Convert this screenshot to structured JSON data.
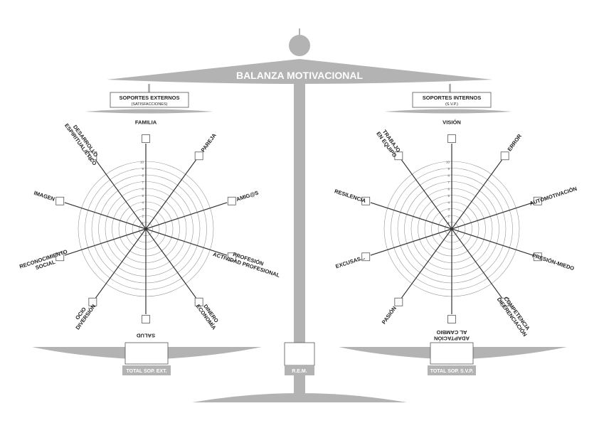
{
  "title": "BALANZA MOTIVACIONAL",
  "colors": {
    "scale": "#b3b3b3",
    "line": "#333333",
    "ring": "#999999",
    "text": "#222222"
  },
  "external": {
    "header": {
      "line1": "SOPORTES EXTERNOS",
      "line2": "(SATISFACCIONES)"
    },
    "scale_ticks": [
      "10",
      "9",
      "8",
      "7",
      "6",
      "5",
      "4",
      "3",
      "2",
      "1"
    ],
    "axes": [
      {
        "label": [
          "FAMILIA"
        ]
      },
      {
        "label": [
          "PAREJA"
        ]
      },
      {
        "label": [
          "AMIG@S"
        ]
      },
      {
        "label": [
          "PROFESIÓN",
          "ACTIVIDAD PROFESIONAL"
        ]
      },
      {
        "label": [
          "DINERO",
          "ECONOMÍA"
        ]
      },
      {
        "label": [
          "SALUD"
        ]
      },
      {
        "label": [
          "OCIO",
          "DIVERSIÓN"
        ]
      },
      {
        "label": [
          "RECONOCIMIENTO",
          "SOCIAL"
        ]
      },
      {
        "label": [
          "IMAGEN"
        ]
      },
      {
        "label": [
          "DESARROLLO",
          "ESPIRITUAL/ÉTICO"
        ]
      }
    ],
    "total_label": "TOTAL SOP. EXT."
  },
  "internal": {
    "header": {
      "line1": "SOPORTES INTERNOS",
      "line2": "(S.V.P.)"
    },
    "scale_ticks": [
      "10",
      "9",
      "8",
      "7",
      "6",
      "5",
      "4",
      "3",
      "2",
      "1"
    ],
    "axes": [
      {
        "label": [
          "VISIÓN"
        ]
      },
      {
        "label": [
          "ERROR"
        ]
      },
      {
        "label": [
          "AUTOMOTIVACIÓN"
        ]
      },
      {
        "label": [
          "PRESIÓN-MIEDO"
        ]
      },
      {
        "label": [
          "COMPETENCIA",
          "DIFERENCIACIÓN"
        ]
      },
      {
        "label": [
          "ADAPTACIÓN",
          "AL CAMBIO"
        ]
      },
      {
        "label": [
          "PASIÓN"
        ]
      },
      {
        "label": [
          "EXCUSAS..."
        ]
      },
      {
        "label": [
          "RESILENCIA"
        ]
      },
      {
        "label": [
          "TRABAJO",
          "EN EQUIPO"
        ]
      }
    ],
    "total_label": "TOTAL SOP. S.V.P."
  },
  "center_label": "R.E.M."
}
